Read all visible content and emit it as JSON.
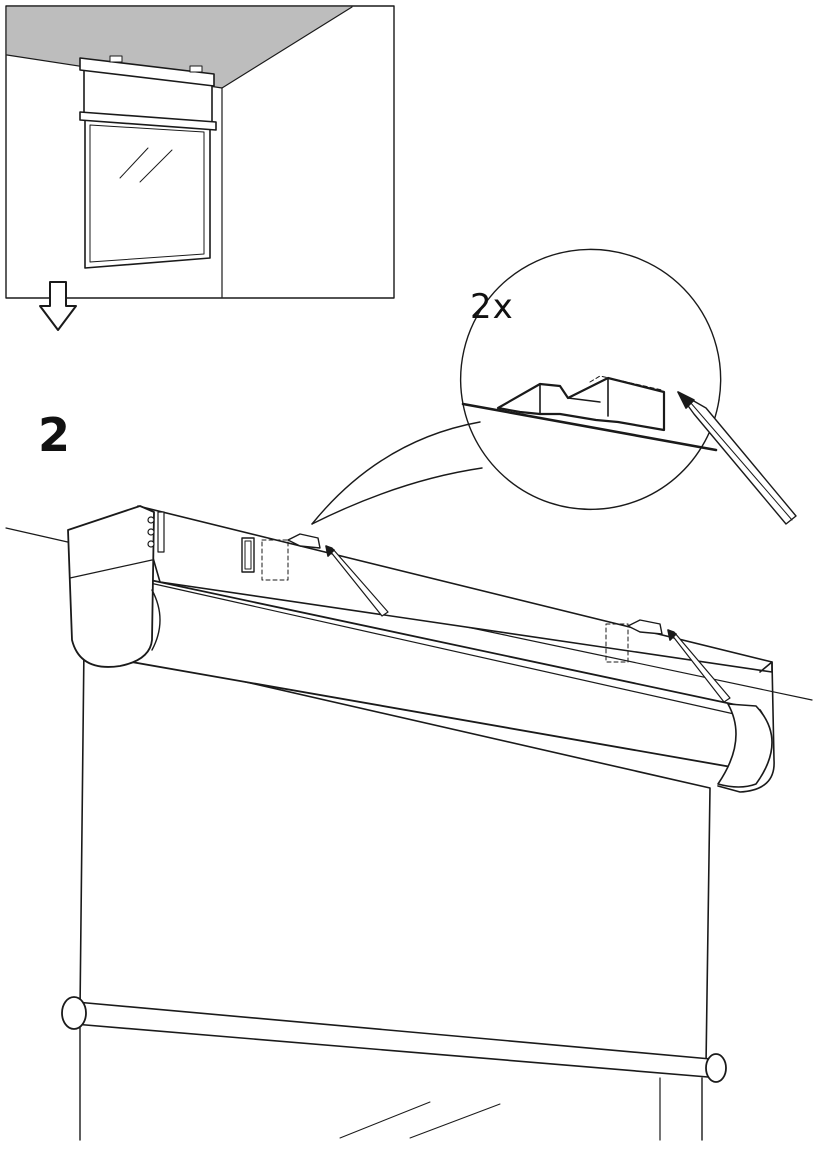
{
  "step": {
    "number": "2"
  },
  "detail": {
    "quantity_label": "2x"
  },
  "icons": {
    "overview": "room-window-blind-overview",
    "arrow": "down-arrow-icon",
    "blind": "roller-blind-icon",
    "magnifier": "detail-callout-icon",
    "pencil": "pencil-icon"
  },
  "colors": {
    "ceiling": "#bdbdbd",
    "line": "#1a1a1a",
    "fill": "#ffffff"
  }
}
